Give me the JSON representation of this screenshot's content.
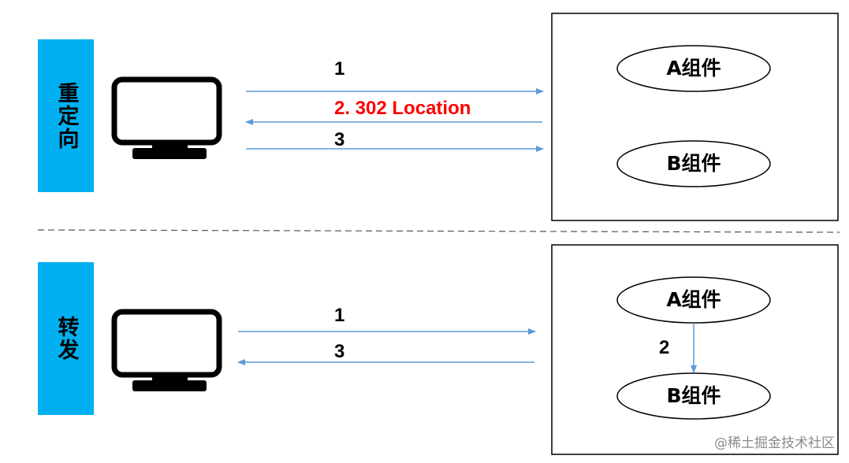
{
  "sections": [
    {
      "label": "重定向",
      "steps": {
        "s1": "1",
        "s2": "2. 302 Location",
        "s3": "3"
      },
      "components": {
        "a": "A组件",
        "b": "B组件"
      }
    },
    {
      "label": "转发",
      "steps": {
        "s1": "1",
        "s2": "2",
        "s3": "3"
      },
      "components": {
        "a": "A组件",
        "b": "B组件"
      }
    }
  ],
  "colors": {
    "label_bg": "#00b0f0",
    "arrow": "#5b9bd5",
    "highlight": "#ff0000"
  },
  "icons": [
    "monitor-icon"
  ],
  "watermark": "@稀土掘金技术社区"
}
